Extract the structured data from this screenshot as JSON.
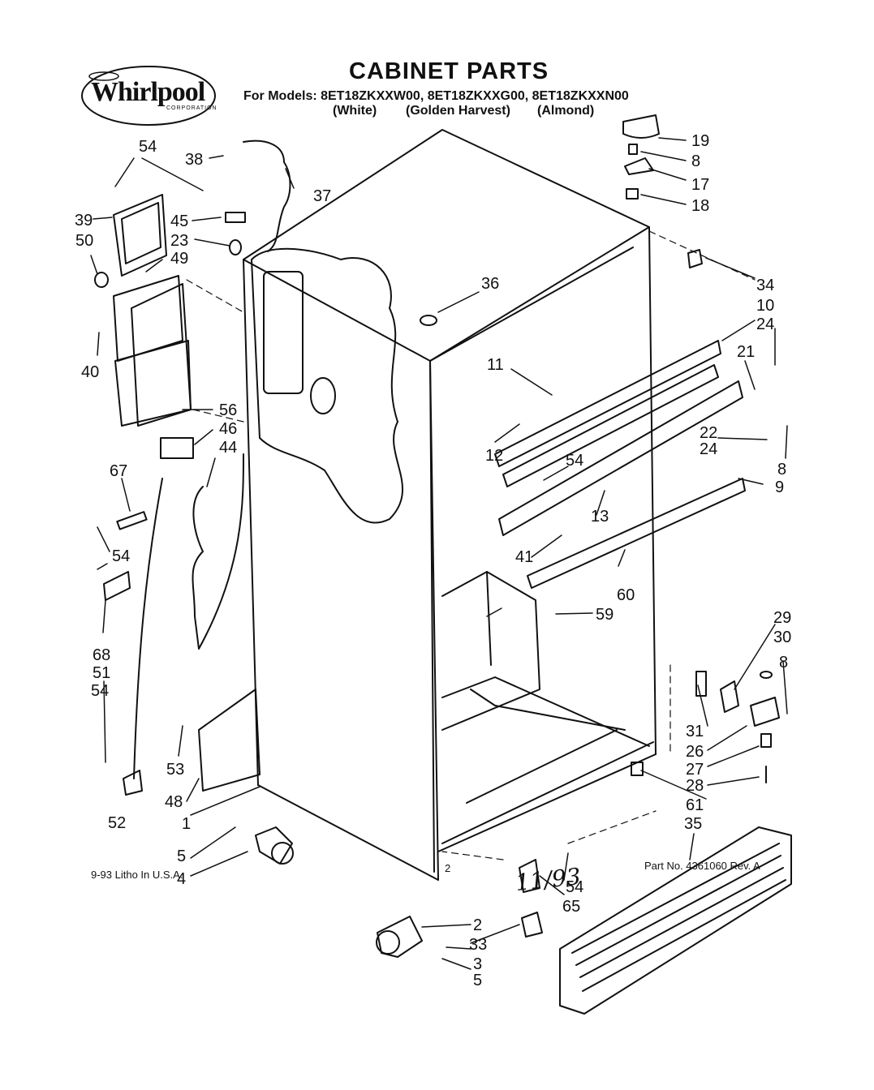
{
  "header": {
    "brand": "Whirlpool",
    "brand_sub": "CORPORATION",
    "title": "CABINET PARTS",
    "models_line": "For Models: 8ET18ZKXXW00, 8ET18ZKXXG00, 8ET18ZKXXN00",
    "color_white": "(White)",
    "color_golden": "(Golden Harvest)",
    "color_almond": "(Almond)"
  },
  "callouts": [
    "1",
    "2",
    "3",
    "4",
    "5",
    "5",
    "8",
    "8",
    "8",
    "9",
    "10",
    "11",
    "12",
    "13",
    "17",
    "18",
    "19",
    "21",
    "22",
    "23",
    "24",
    "24",
    "26",
    "27",
    "28",
    "29",
    "30",
    "31",
    "33",
    "34",
    "35",
    "36",
    "37",
    "38",
    "39",
    "40",
    "41",
    "44",
    "45",
    "46",
    "48",
    "49",
    "50",
    "51",
    "52",
    "53",
    "54",
    "54",
    "54",
    "54",
    "54",
    "54",
    "56",
    "59",
    "60",
    "61",
    "65",
    "67",
    "68"
  ],
  "footer": {
    "litho": "9-93 Litho In U.S.A.",
    "page": "2",
    "handwritten": "11/93",
    "part_no": "Part No. 4361060 Rev. A"
  }
}
